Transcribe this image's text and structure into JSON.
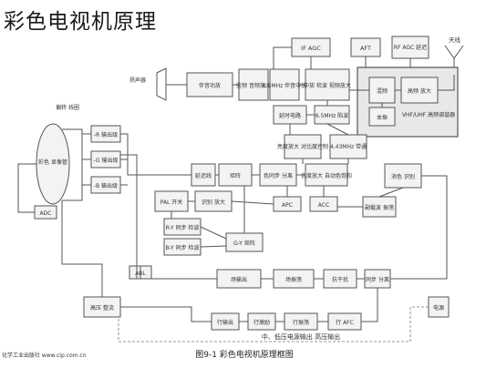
{
  "page": {
    "title": "彩色电视机原理"
  },
  "diagram": {
    "caption": "图9-1  彩色电视机原理框图",
    "footer_note": "中、低压电源输出 高压输出",
    "source_credit": "化学工业出版社 www.cip.com.cn",
    "blocks": {
      "agc_rf": "RF AGC 延迟",
      "afc": "AFT",
      "if_agc": "IF AGC",
      "tuner": "高频 放大",
      "mixer": "混频",
      "local_osc": "本振",
      "vhf_uhf": "VHF/UHF 高频调谐器",
      "preif": "中放 检波 视频放大",
      "sound_if": "6.5MHz 伴音中放",
      "fm_det": "鉴频 音频放大",
      "audio_amp": "伴音功放",
      "trap": "6.5MHz 陷波",
      "delay": "延时电路",
      "lum_amp": "亮度放大 对比度控制",
      "chroma_bpf": "4.43MHz 带通",
      "chroma_amp": "色度放大 自动色饱和",
      "color_killer": "消色 识别",
      "burst": "色同步 分离",
      "acc": "ACC",
      "apc": "APC",
      "sub_osc": "副载波 振荡",
      "pal_switch": "PAL 开关",
      "ident": "识别 放大",
      "delay_line": "延迟线",
      "matrix": "矩阵",
      "r_demod": "R-Y 同步 检波",
      "b_demod": "B-Y 同步 检波",
      "g_matrix": "G-Y 矩阵",
      "r_out": "-R 输出级",
      "g_out": "-G 输出级",
      "b_out": "-B 输出级",
      "sync_sep": "同步 分离",
      "noise_gate": "抗干扰",
      "v_osc": "场振荡",
      "v_out": "场输出",
      "h_afc": "行 AFC",
      "h_osc": "行振荡",
      "h_drive": "行激励",
      "h_out": "行输出",
      "hv": "高压 整流",
      "abl": "ABL",
      "power": "电源",
      "crt": "彩色 显像管",
      "yoke": "偏转 线圈",
      "adc": "ADC",
      "speaker": "扬声器",
      "antenna": "天线"
    }
  }
}
